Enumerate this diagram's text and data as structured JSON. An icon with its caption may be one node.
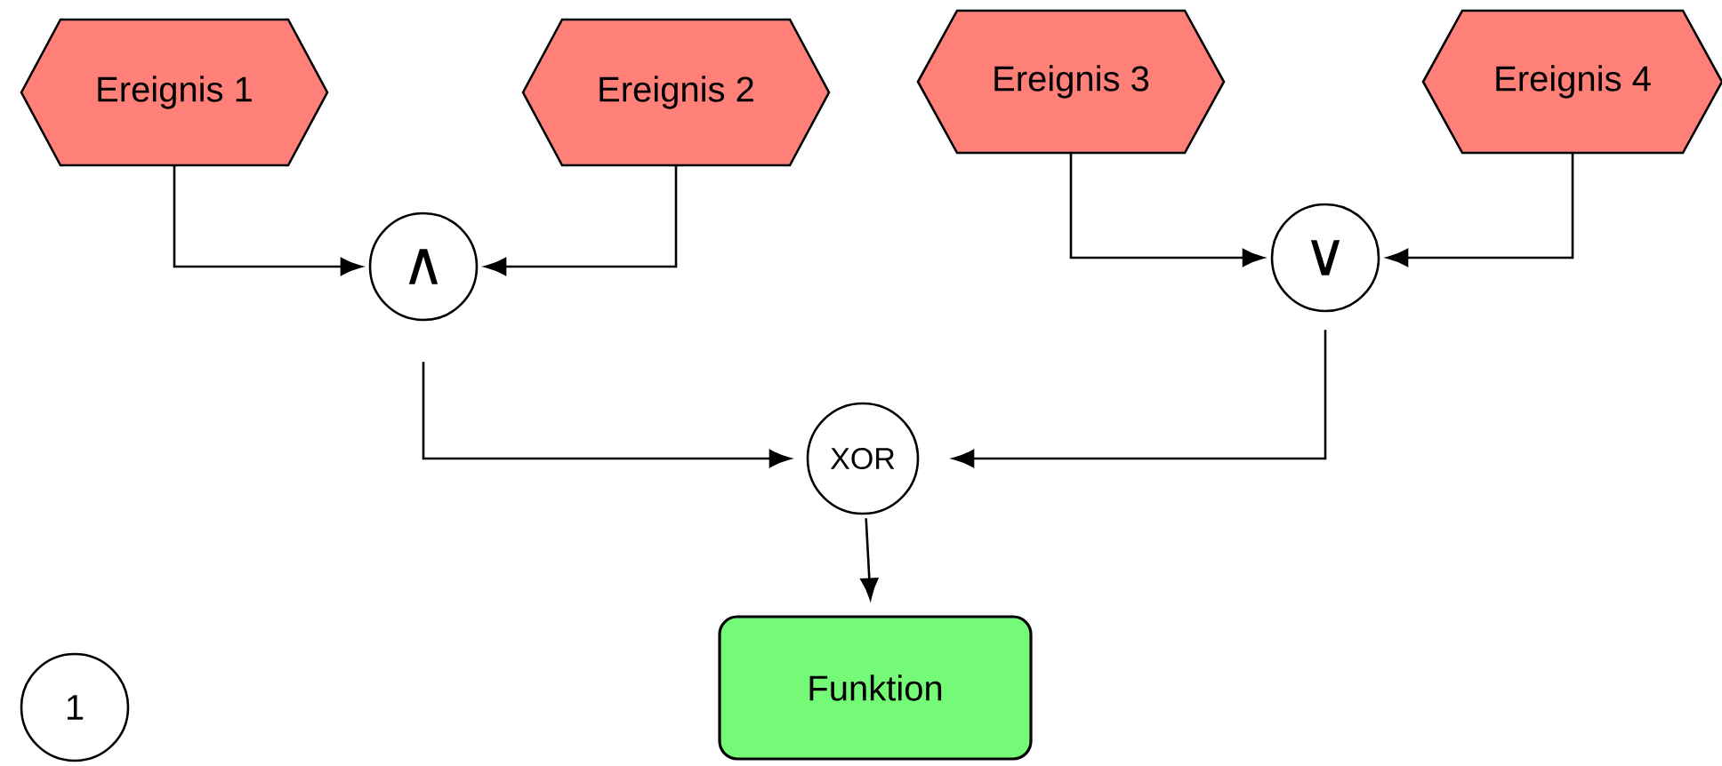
{
  "diagram": {
    "nodes": [
      {
        "text": [
          "Ereignis 1"
        ]
      },
      {
        "text": [
          "Ereignis 2"
        ]
      },
      {
        "text": [
          "Ereignis 3"
        ]
      },
      {
        "text": [
          "Ereignis 4"
        ]
      },
      {
        "text": [
          "∧"
        ]
      },
      {
        "text": [
          "∨"
        ]
      },
      {
        "text": [
          "XOR"
        ]
      },
      {
        "text": [
          "Funktion"
        ]
      },
      {
        "text": [
          "1"
        ]
      }
    ],
    "edges": [
      {
        "from": 0,
        "to": 4,
        "arrow": "to"
      },
      {
        "from": 1,
        "to": 4,
        "arrow": "to"
      },
      {
        "from": 2,
        "to": 5,
        "arrow": "to"
      },
      {
        "from": 3,
        "to": 5,
        "arrow": "to"
      },
      {
        "from": 4,
        "to": 6,
        "arrow": "to"
      },
      {
        "from": 5,
        "to": 6,
        "arrow": "to"
      },
      {
        "from": 6,
        "to": 7,
        "arrow": "to"
      }
    ]
  }
}
